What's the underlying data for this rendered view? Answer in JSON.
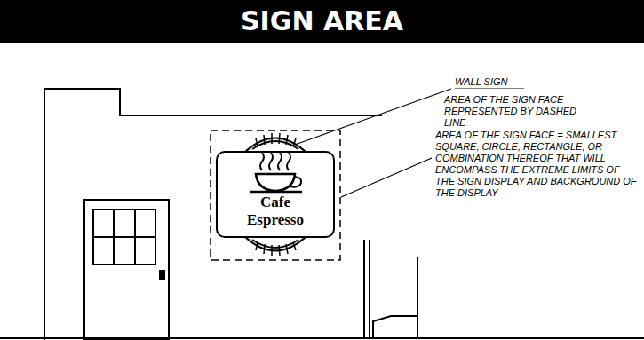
{
  "diagram": {
    "title": "SIGN AREA",
    "nodes": [
      {
        "text": [
          "Cafe Espresso"
        ]
      }
    ],
    "labels": [
      "WALL SIGN",
      "AREA OF THE SIGN FACE REPRESENTED BY DASHED LINE",
      "AREA OF THE SIGN FACE = SMALLEST SQUARE, CIRCLE, RECTANGLE, OR COMBINATION THEREOF THAT WILL ENCOMPASS THE EXTREME LIMITS OF THE SIGN DISPLAY AND BACKGROUND OF THE DISPLAY"
    ]
  }
}
